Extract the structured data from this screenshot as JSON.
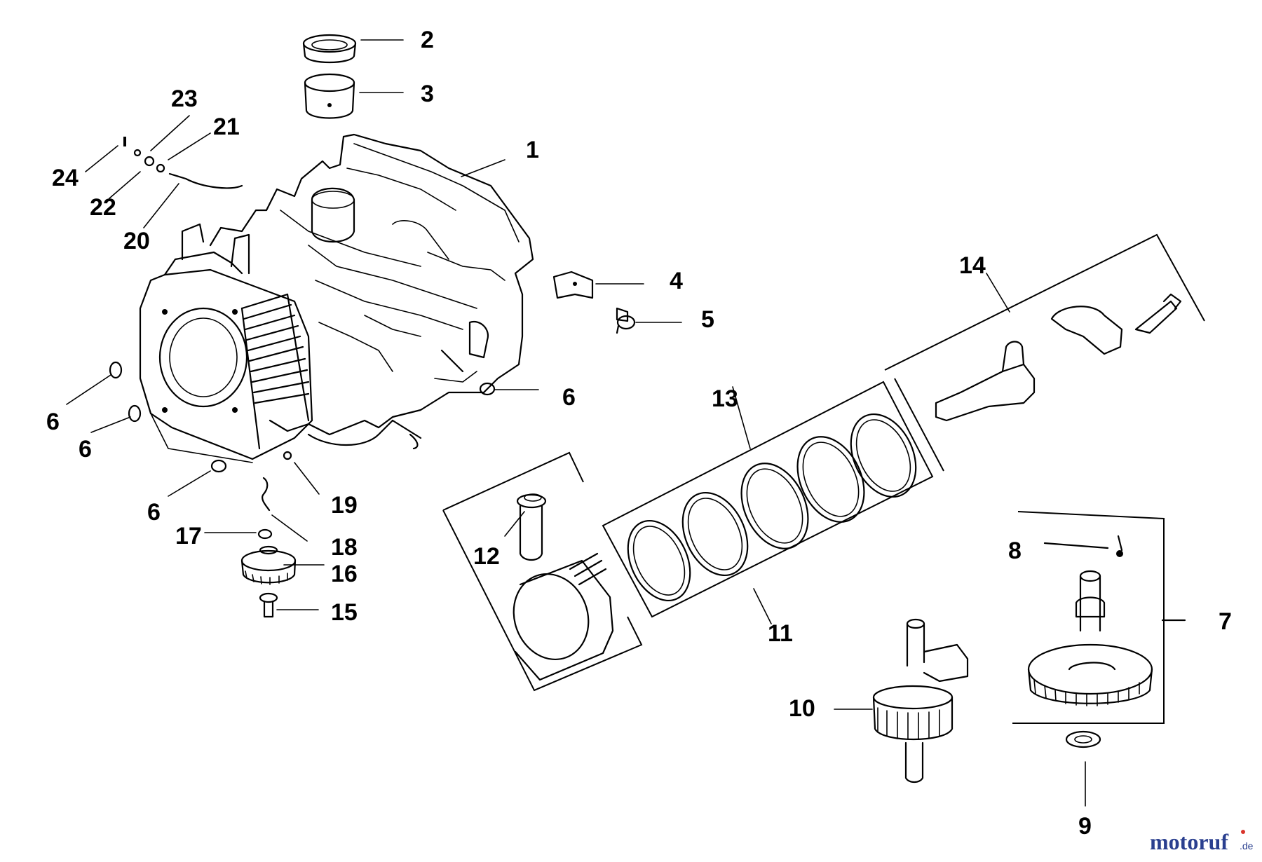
{
  "callouts": {
    "c1": "1",
    "c2": "2",
    "c3": "3",
    "c4": "4",
    "c5": "5",
    "c6a": "6",
    "c6b": "6",
    "c6c": "6",
    "c6d": "6",
    "c7": "7",
    "c8": "8",
    "c9": "9",
    "c10": "10",
    "c11": "11",
    "c12": "12",
    "c13": "13",
    "c14": "14",
    "c15": "15",
    "c16": "16",
    "c17": "17",
    "c18": "18",
    "c19": "19",
    "c20": "20",
    "c21": "21",
    "c22": "22",
    "c23": "23",
    "c24": "24"
  },
  "watermark": {
    "brand": "motoruf",
    "suffix": ".de",
    "brand_color": "#2a3f8f",
    "dot_color": "#d9342b"
  }
}
